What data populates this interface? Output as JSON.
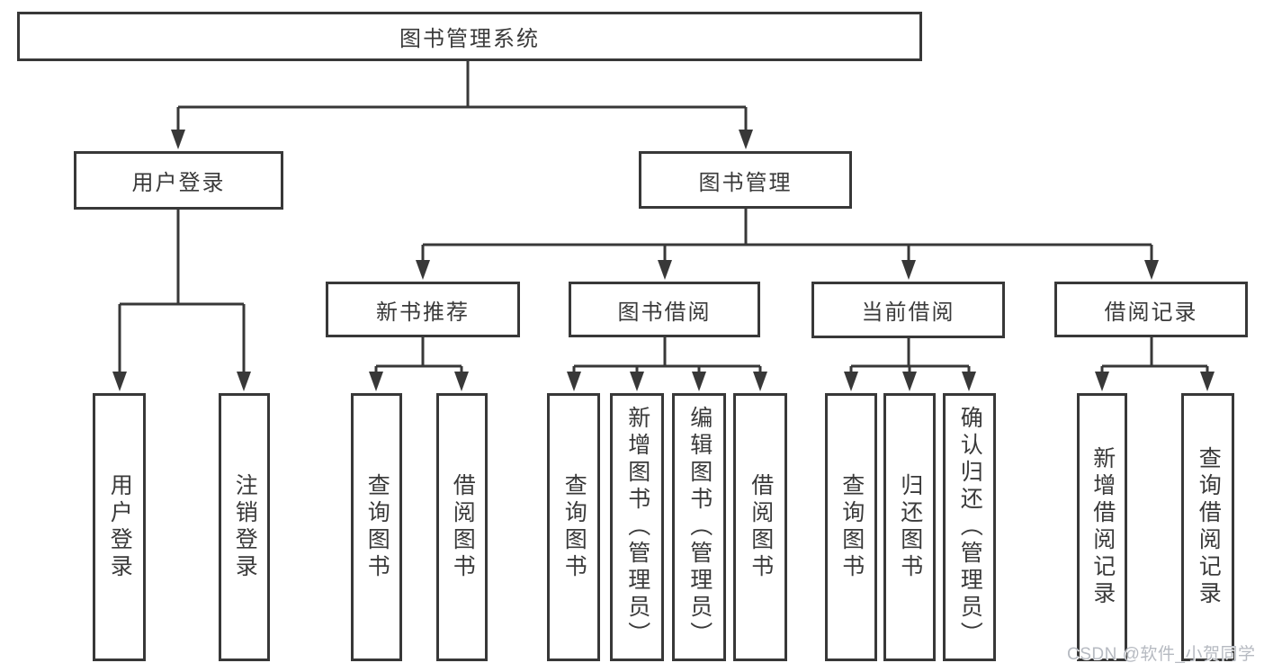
{
  "root": {
    "label": "图书管理系统"
  },
  "level1": [
    {
      "label": "用户登录"
    },
    {
      "label": "图书管理"
    }
  ],
  "level2": [
    {
      "label": "新书推荐"
    },
    {
      "label": "图书借阅"
    },
    {
      "label": "当前借阅"
    },
    {
      "label": "借阅记录"
    }
  ],
  "leaves": {
    "login": [
      {
        "label": "用户登录"
      },
      {
        "label": "注销登录"
      }
    ],
    "recommend": [
      {
        "label": "查询图书"
      },
      {
        "label": "借阅图书"
      }
    ],
    "borrow": [
      {
        "label": "查询图书"
      },
      {
        "label": "新增图书（管理员）"
      },
      {
        "label": "编辑图书（管理员）"
      },
      {
        "label": "借阅图书"
      }
    ],
    "current": [
      {
        "label": "查询图书"
      },
      {
        "label": "归还图书"
      },
      {
        "label": "确认归还（管理员）"
      }
    ],
    "records": [
      {
        "label": "新增借阅记录"
      },
      {
        "label": "查询借阅记录"
      }
    ]
  },
  "watermark": "CSDN @软件_小贺同学",
  "colors": {
    "line": "#383838",
    "border": "#383838",
    "text": "#3a3a3a",
    "watermark": "#b6bac1",
    "bg": "#ffffff"
  }
}
